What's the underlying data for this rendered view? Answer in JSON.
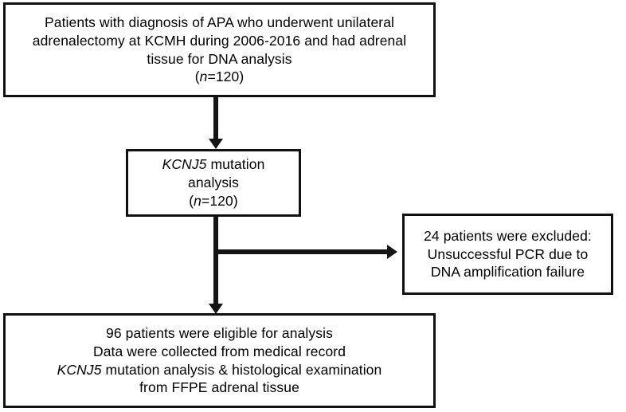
{
  "diagram": {
    "type": "flowchart",
    "title": "Study patient selection flow diagram",
    "orientation": "top-to-bottom",
    "colors": {
      "background": "#ffffff",
      "stroke": "#141414",
      "text": "#000000"
    },
    "nodes": {
      "cohort": {
        "id": "cohort",
        "lines": [
          "Patients with diagnosis of APA who underwent unilateral",
          "adrenalectomy at KCMH during 2006-2016 and had adrenal",
          "tissue for DNA analysis"
        ],
        "count_prefix": "(",
        "count_italic": "n",
        "count_value": "=120)",
        "n": 120
      },
      "mutation": {
        "id": "mutation",
        "line1_italic": "KCNJ5",
        "line1_rest": " mutation",
        "line2": "analysis",
        "count_prefix": "(",
        "count_italic": "n",
        "count_value": "=120)",
        "n": 120
      },
      "excluded": {
        "id": "excluded",
        "lines": [
          "24 patients were excluded:",
          "Unsuccessful PCR due to",
          "DNA amplification failure"
        ],
        "n": 24
      },
      "eligible": {
        "id": "eligible",
        "line1": "96 patients were eligible for analysis",
        "line2": "Data were collected from medical record",
        "line3_italic": "KCNJ5",
        "line3_rest": " mutation analysis & histological examination",
        "line4": "from FFPE adrenal tissue",
        "n": 96
      }
    },
    "edges": [
      {
        "from": "cohort",
        "to": "mutation",
        "direction": "down",
        "label": ""
      },
      {
        "from": "mutation",
        "to": "excluded",
        "direction": "right",
        "label": ""
      },
      {
        "from": "mutation",
        "to": "eligible",
        "direction": "down",
        "label": ""
      }
    ]
  }
}
